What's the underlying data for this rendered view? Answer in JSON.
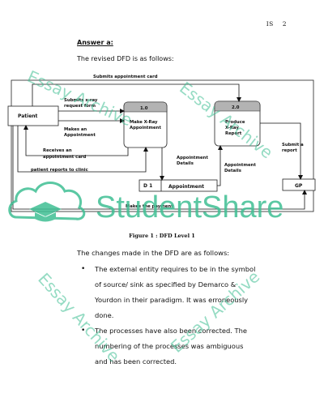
{
  "header": {
    "course": "IS",
    "page": "2"
  },
  "answer_heading": "Answer a:",
  "intro_text": "The revised DFD is as follows:",
  "diagram": {
    "patient": "Patient",
    "p1_num": "1.0",
    "p1_name": [
      "Make X-Ray",
      "Appointment"
    ],
    "p2_num": "2.0",
    "p2_name": [
      "Produce",
      "X-Ray",
      "Report"
    ],
    "store_id": "D 1",
    "store_name": "Appointment",
    "gp": "GP",
    "flow_submits_card": "Submits appointment card",
    "flow_submits_xray": [
      "Submits x-ray",
      "request form"
    ],
    "flow_makes_appt": [
      "Makes an",
      "Appointment"
    ],
    "flow_receives_card": [
      "Receives an",
      "appointment card"
    ],
    "flow_reports_clinic": "patient reports to clinic",
    "flow_appt_details_1": [
      "Appointment",
      "Details"
    ],
    "flow_appt_details_2": [
      "Appointment",
      "Details"
    ],
    "flow_submit_report": [
      "Submit a",
      "report"
    ],
    "flow_payment": "Makes the payment"
  },
  "figure_caption": "Figure 1 : DFD Level 1",
  "changes_intro": "The changes made in the DFD are as follows:",
  "bullets": [
    [
      "The external entity requires to be in the symbol",
      "of source/ sink as specified by Demarco &",
      "Yourdon in their paradigm. It was erroneously",
      "done."
    ],
    [
      "The processes have also been corrected. The",
      "numbering of the processes was ambiguous",
      "and has been corrected."
    ]
  ],
  "watermark": {
    "brand": "StudentShare",
    "archive": "Essay Archive"
  },
  "colors": {
    "watermark": "#3fbf93",
    "process_header": "#b3b3b3"
  }
}
